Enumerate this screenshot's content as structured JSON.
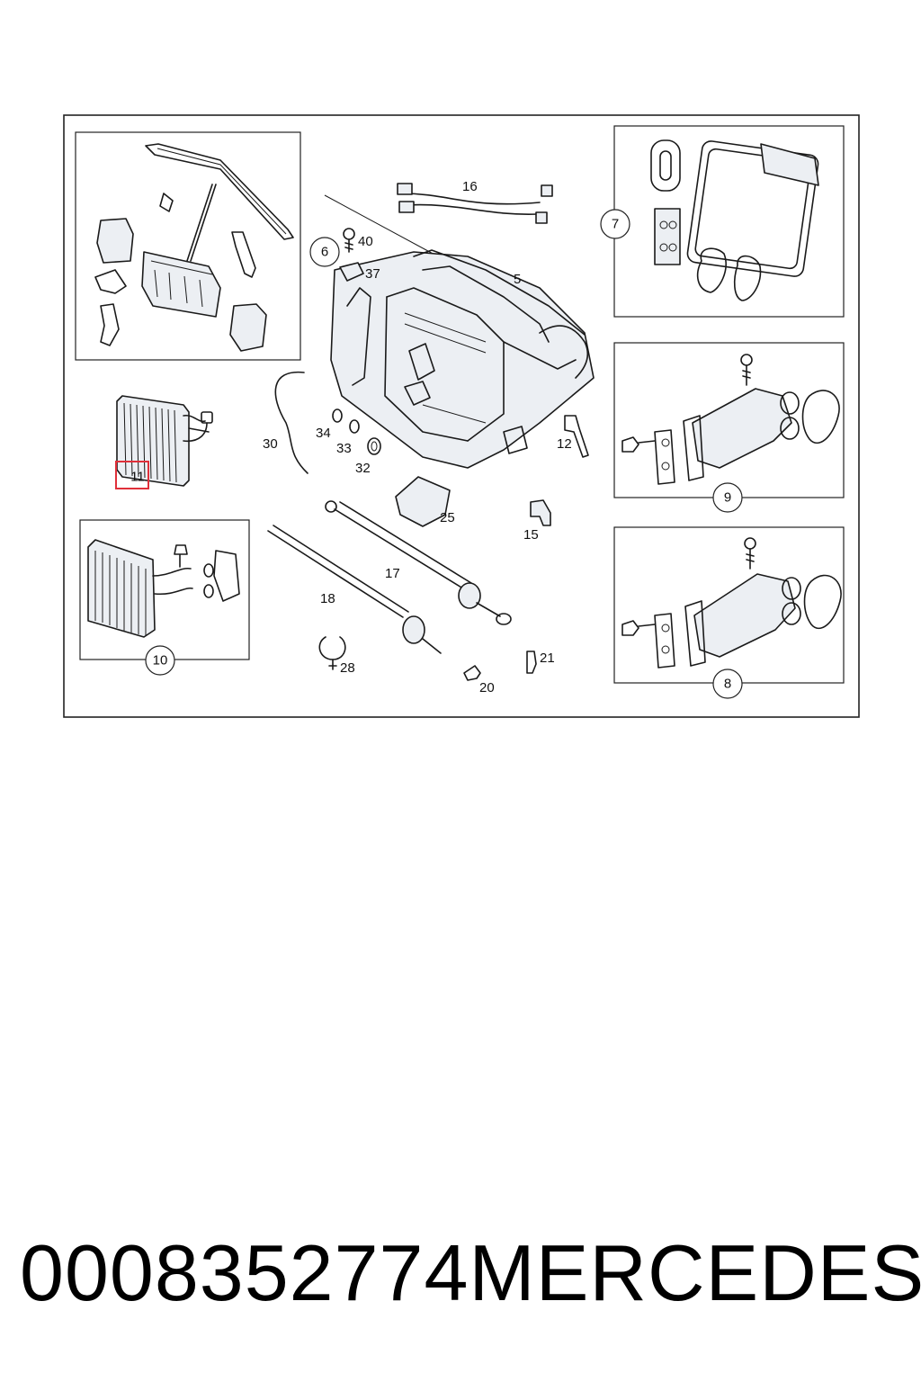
{
  "labels": {
    "p5": "5",
    "p6": "6",
    "p7": "7",
    "p8": "8",
    "p9": "9",
    "p10": "10",
    "p11": "11",
    "p12": "12",
    "p15": "15",
    "p16": "16",
    "p17": "17",
    "p18": "18",
    "p20": "20",
    "p21": "21",
    "p25": "25",
    "p28": "28",
    "p30": "30",
    "p32": "32",
    "p33": "33",
    "p34": "34",
    "p37": "37",
    "p40": "40"
  },
  "highlight_color": "#e0303a",
  "footer": {
    "part_number": "0008352774",
    "brand": "MERCEDES"
  }
}
